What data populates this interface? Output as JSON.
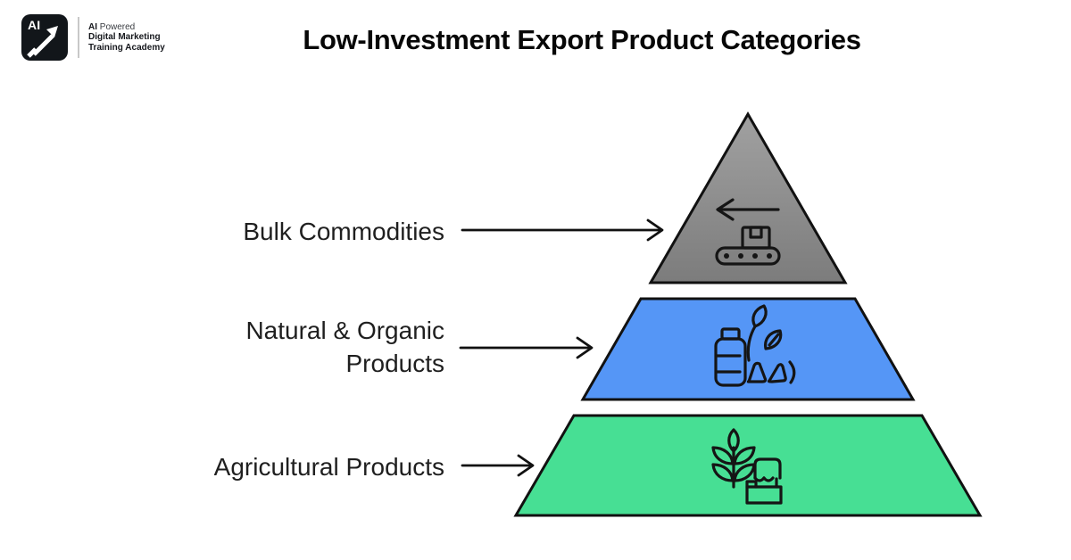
{
  "header": {
    "logo": {
      "badge_text": "AI",
      "line1_bold": "AI",
      "line1_light": " Powered",
      "line2": "Digital Marketing",
      "line3": "Training Academy"
    },
    "title": "Low-Investment Export Product Categories"
  },
  "diagram": {
    "type": "pyramid",
    "title": "Low-Investment Export Product Categories",
    "outline_color": "#111111",
    "levels": [
      {
        "rank": 1,
        "label": "Bulk Commodities",
        "color": "#8f8f8f",
        "color_top": "#a1a1a1",
        "color_bottom": "#7c7c7c",
        "icon": "conveyor-export-icon"
      },
      {
        "rank": 2,
        "label": "Natural & Organic Products",
        "color": "#5596f6",
        "icon": "organic-products-icon"
      },
      {
        "rank": 3,
        "label": "Agricultural Products",
        "color": "#47df94",
        "icon": "wheat-crate-icon"
      }
    ]
  },
  "labels": {
    "bulk": "Bulk Commodities",
    "natural_line1": "Natural & Organic",
    "natural_line2": "Products",
    "agricultural": "Agricultural Products"
  }
}
